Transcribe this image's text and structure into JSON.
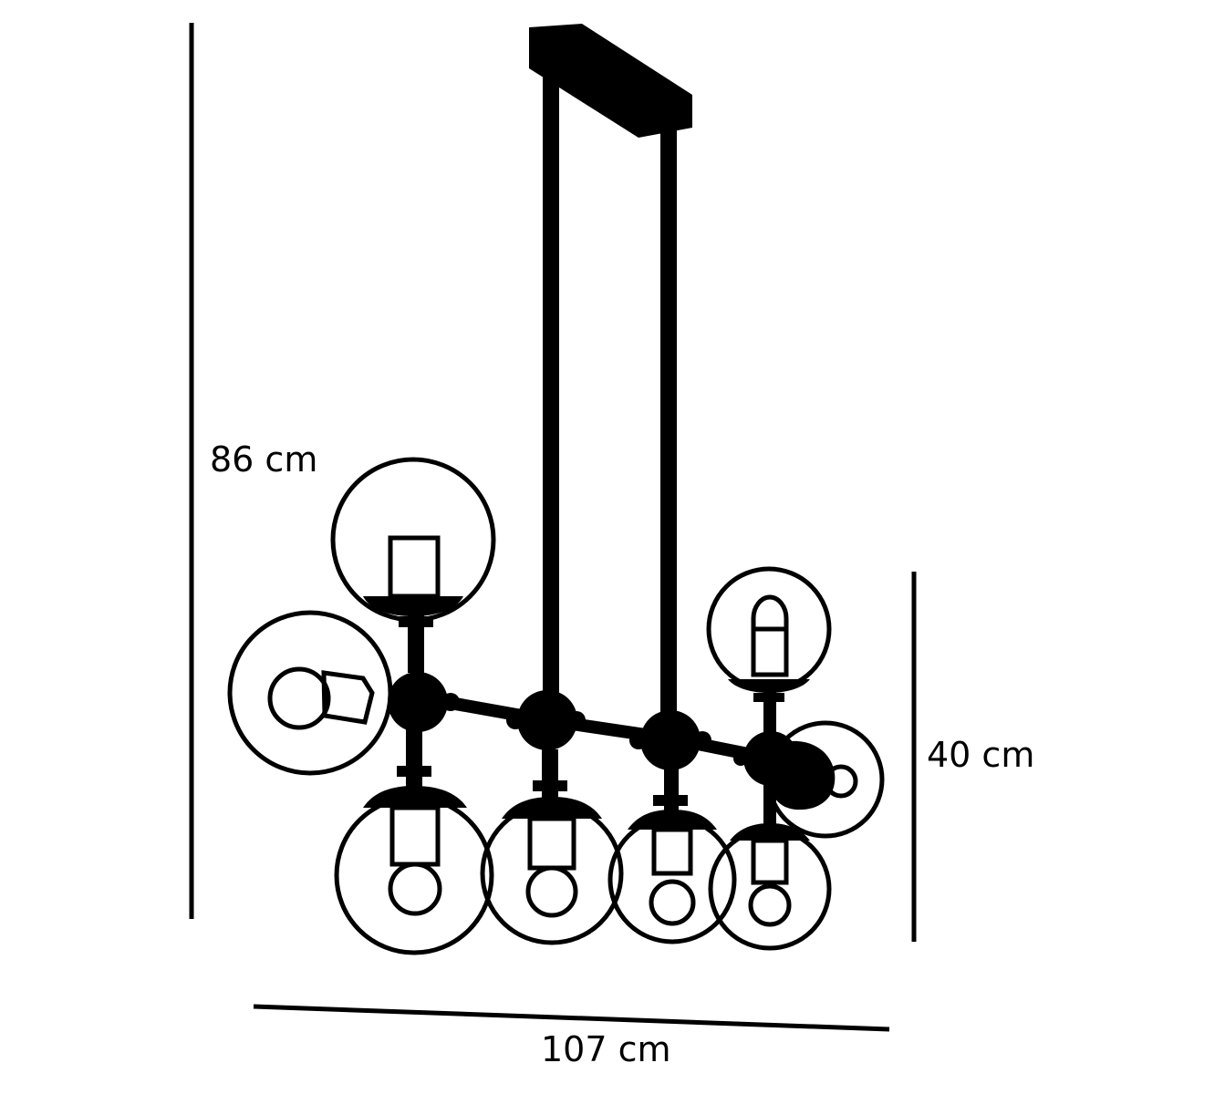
{
  "dimensions": {
    "height_label": "86 cm",
    "drop_label": "40 cm",
    "width_label": "107 cm"
  },
  "colors": {
    "line": "#000000",
    "background": "#ffffff"
  }
}
